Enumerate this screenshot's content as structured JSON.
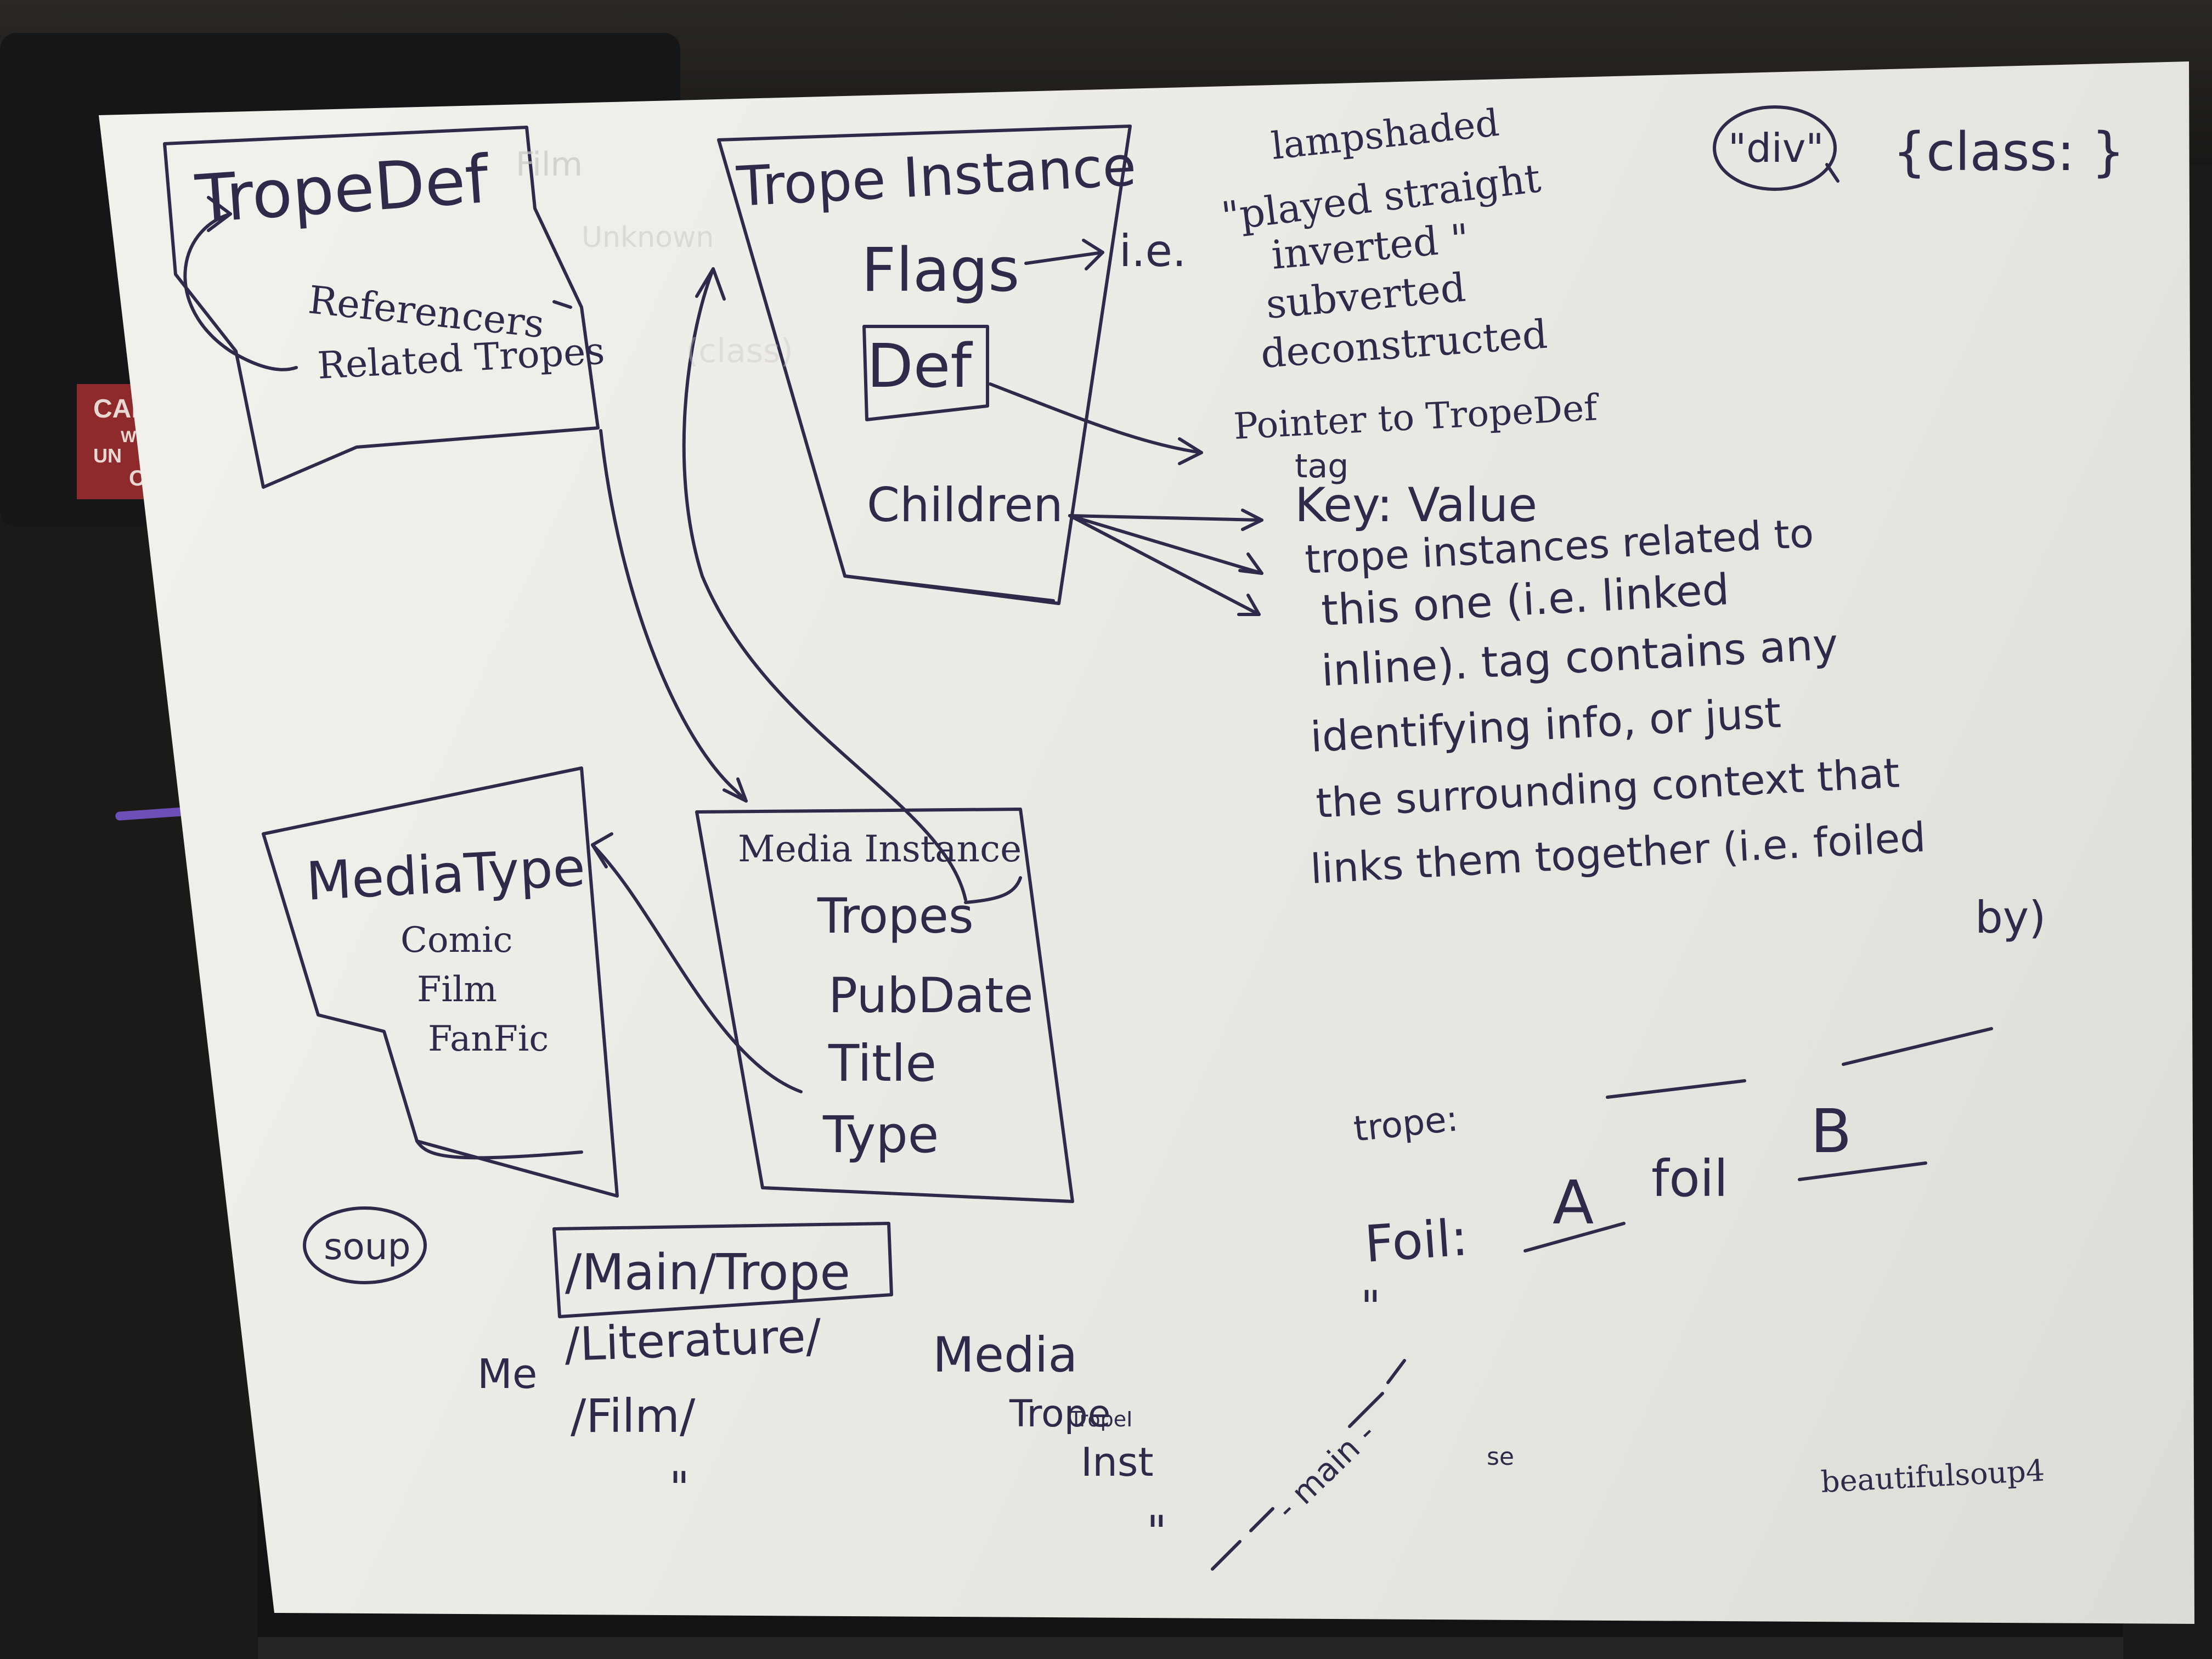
{
  "background": {
    "laptop_sticker": [
      "CAL",
      "W",
      "UN",
      "ON"
    ]
  },
  "colors": {
    "ink": "#2e2a4a",
    "paper": "#efeee9",
    "table": "#1c1a18",
    "sticker": "#8e2a2c"
  },
  "trope_def": {
    "title": "TropeDef",
    "fields": [
      "Referencers",
      "Related Tropes"
    ]
  },
  "trope_instance": {
    "title": "Trope Instance",
    "flags": "Flags",
    "def": "Def",
    "children": "Children"
  },
  "flags_note": {
    "ie": "i.e.",
    "lines": [
      "lampshaded",
      "\"played straight",
      "inverted \"",
      "subverted",
      "deconstructed"
    ]
  },
  "pointer_note": "Pointer to TropeDef",
  "children_note": {
    "tag_line_1": "tag",
    "tag_line_2": "Key: Value",
    "lines": [
      "trope instances related to",
      "this one (i.e. linked",
      "inline). tag contains any",
      "identifying info, or just",
      "the surrounding context that",
      "links them together (i.e. foiled",
      "by)"
    ]
  },
  "div_note": {
    "div": "\"div\"",
    "class": "{class: }"
  },
  "media_type": {
    "title": "MediaType",
    "values": [
      "Comic",
      "Film",
      "FanFic"
    ]
  },
  "media_instance": {
    "title": "Media Instance",
    "fields": [
      "Tropes",
      "PubDate",
      "Title",
      "Type"
    ]
  },
  "trope_foil": {
    "trope_label": "trope:",
    "foil_label": "Foil:",
    "a": "A",
    "foil_word": "foil",
    "b": "B"
  },
  "soup": "soup",
  "paths": {
    "main_trope": "/Main/Trope",
    "literature": "/Literature/",
    "film": "/Film/",
    "me": "Me",
    "ditto": "\""
  },
  "media_note": {
    "media": "Media",
    "trope_word": "Trope",
    "trope_i": "TropeI",
    "inst": "Inst"
  },
  "main_note": "- main -",
  "ditto_marks": [
    "\"",
    "\"",
    "\""
  ],
  "se": "se",
  "library": "beautifulsoup4"
}
